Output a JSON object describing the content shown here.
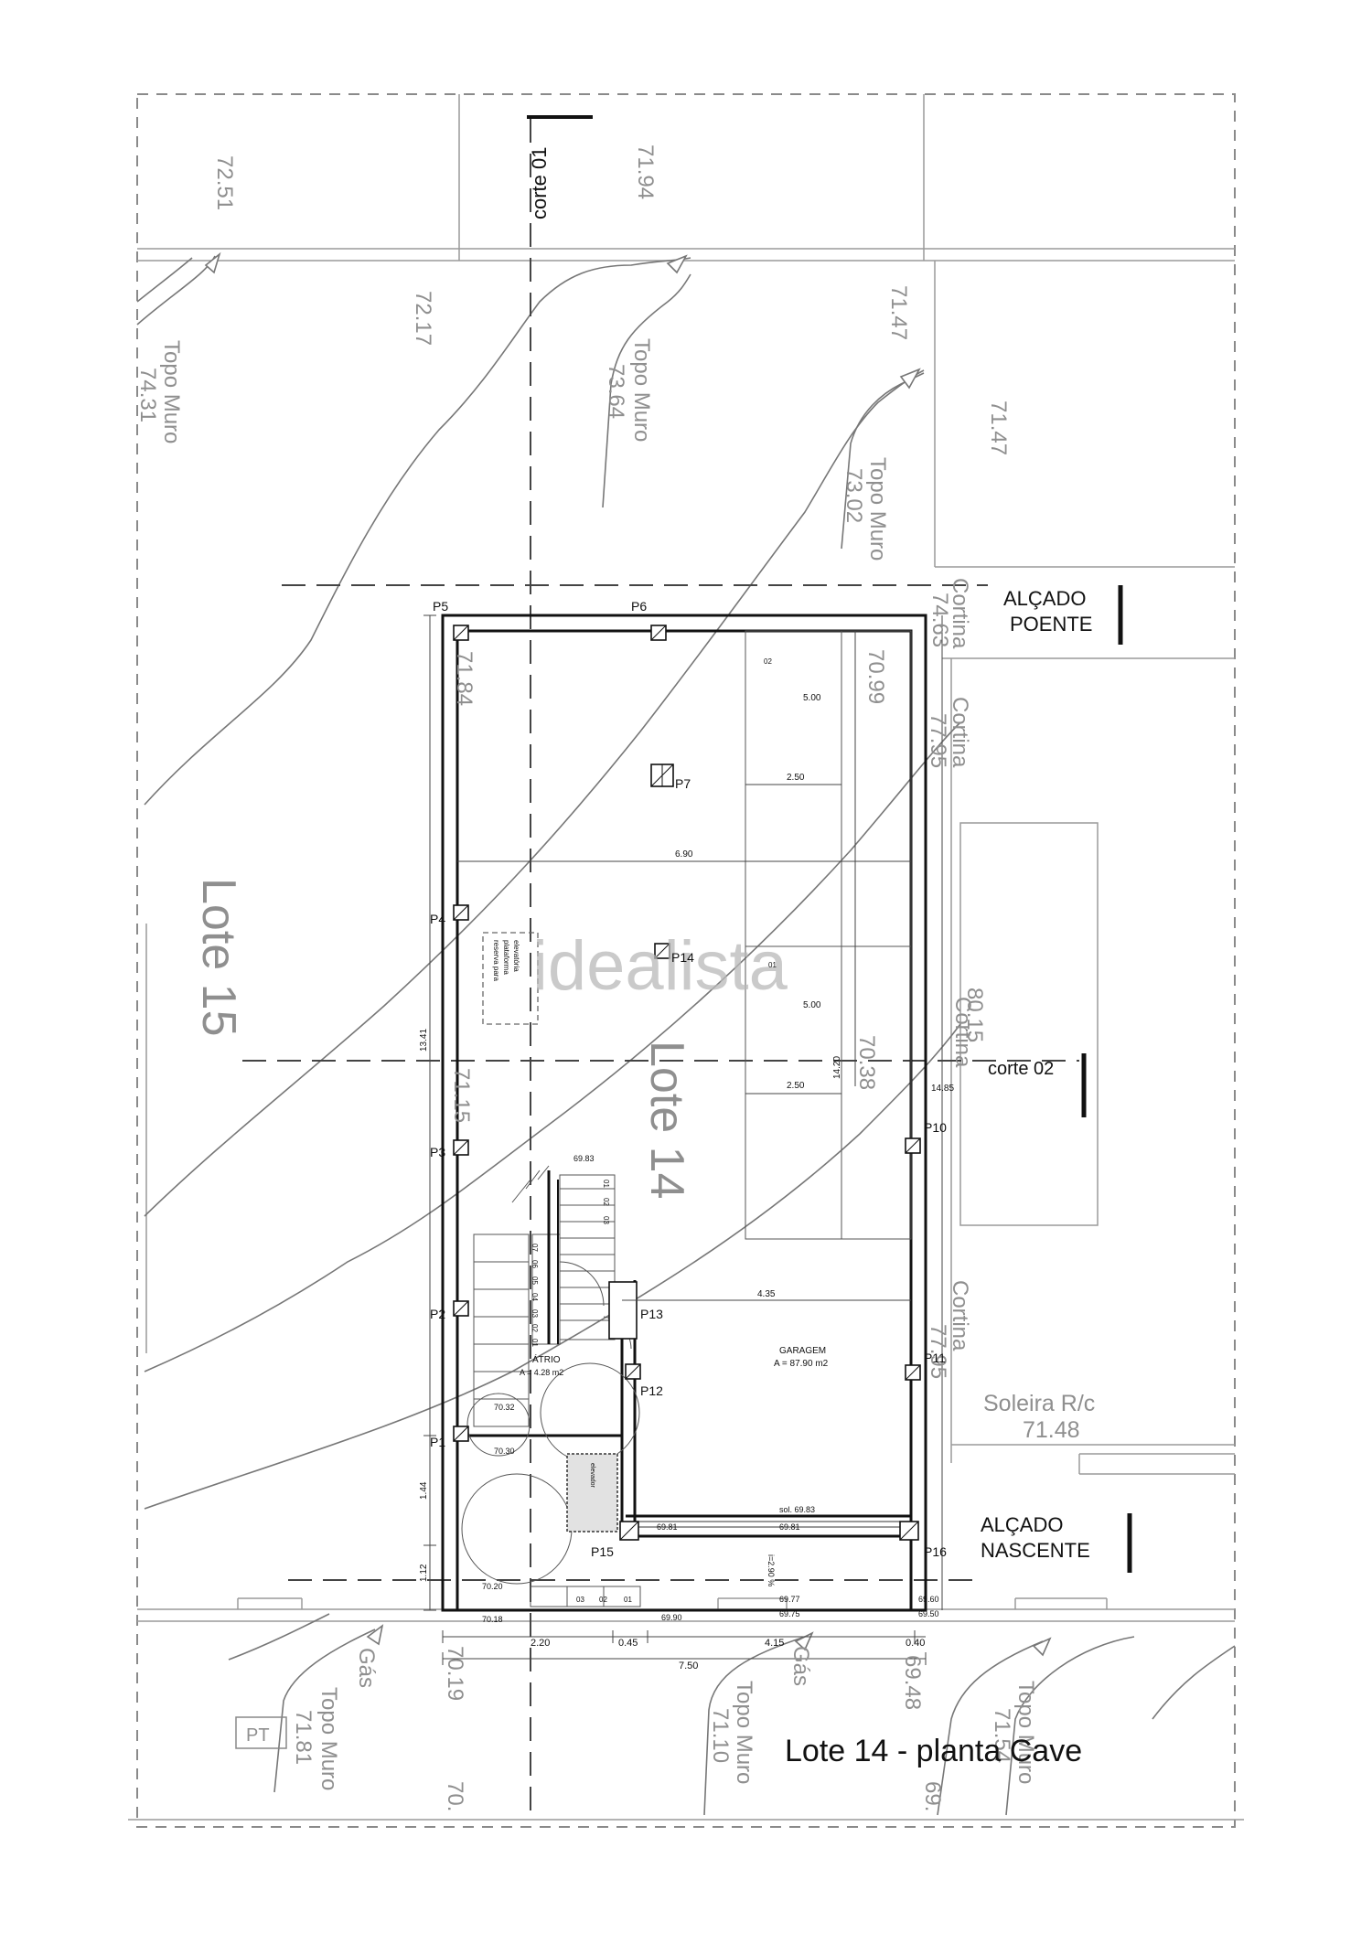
{
  "title": "Lote 14 - planta Cave",
  "watermark": "idealista",
  "lots": {
    "center": "Lote 14",
    "left": "Lote 15"
  },
  "sections": {
    "corte_01": "corte 01",
    "corte_02": "corte 02"
  },
  "elevations": {
    "poente": [
      "ALÇADO",
      "POENTE"
    ],
    "nascente": [
      "ALÇADO",
      "NASCENTE"
    ]
  },
  "rooms": {
    "garagem": {
      "name": "GARAGEM",
      "area": "A = 87.90 m2"
    },
    "atrio": {
      "name": "ÁTRIO",
      "area": "A = 4.28 m2"
    },
    "reserve": [
      "reserva para",
      "plataforma",
      "elevatória"
    ]
  },
  "pillars": [
    "P1",
    "P2",
    "P3",
    "P4",
    "P5",
    "P6",
    "P7",
    "P10",
    "P11",
    "P12",
    "P13",
    "P14",
    "P15",
    "P16"
  ],
  "terrain": {
    "spot": [
      "72.51",
      "71.94",
      "72.17",
      "71.47",
      "71.47",
      "70.99",
      "71.84",
      "71.15",
      "70.38",
      "77.95",
      "80.15",
      "77.95",
      "74.63",
      "70.19",
      "69.48",
      "70.",
      "69."
    ],
    "topo_muro": [
      "Topo Muro",
      "Topo Muro",
      "Topo Muro",
      "Topo Muro",
      "Topo Muro",
      "Topo Muro"
    ],
    "topo_values": [
      "74.31",
      "73.64",
      "73.02",
      "71.81",
      "71.10",
      "71.54"
    ],
    "cortina": [
      "Cortina",
      "Cortina",
      "Cortina",
      "Cortina"
    ],
    "gas": [
      "Gás",
      "Gás"
    ],
    "soleira": [
      "Soleira R/c",
      "71.48"
    ],
    "pt": "PT"
  },
  "levels": {
    "l6983": "69.83",
    "l7032": "70.32",
    "l7030": "70.30",
    "l7020": "70.20",
    "l7018": "70.18",
    "sol": "sol. 69.83",
    "l6981a": "69.81",
    "l6981b": "69.81",
    "l6990": "69.90",
    "l6977": "69.77",
    "l6975": "69.75",
    "l6960": "69.60",
    "l6950": "69.50",
    "ramp": "i=2.90 %"
  },
  "dims": {
    "d500a": "5.00",
    "d250a": "2.50",
    "d690": "6.90",
    "d500b": "5.00",
    "d250b": "2.50",
    "d1420": "14.20",
    "d1485": "14.85",
    "d1341": "13.41",
    "d435": "4.35",
    "d144": "1.44",
    "d112": "1.12",
    "b220": "2.20",
    "b045": "0.45",
    "b415": "4.15",
    "b040": "0.40",
    "b750": "7.50",
    "s02": "02",
    "s01": "01"
  },
  "stairs": {
    "upper": [
      "07",
      "06",
      "05",
      "04",
      "03",
      "02",
      "01"
    ],
    "right": [
      "01",
      "02",
      "03"
    ],
    "bottom": [
      "03",
      "02",
      "01"
    ],
    "lift": "elevador"
  },
  "colors": {
    "line": "#111111",
    "light": "#8f8f8f"
  }
}
